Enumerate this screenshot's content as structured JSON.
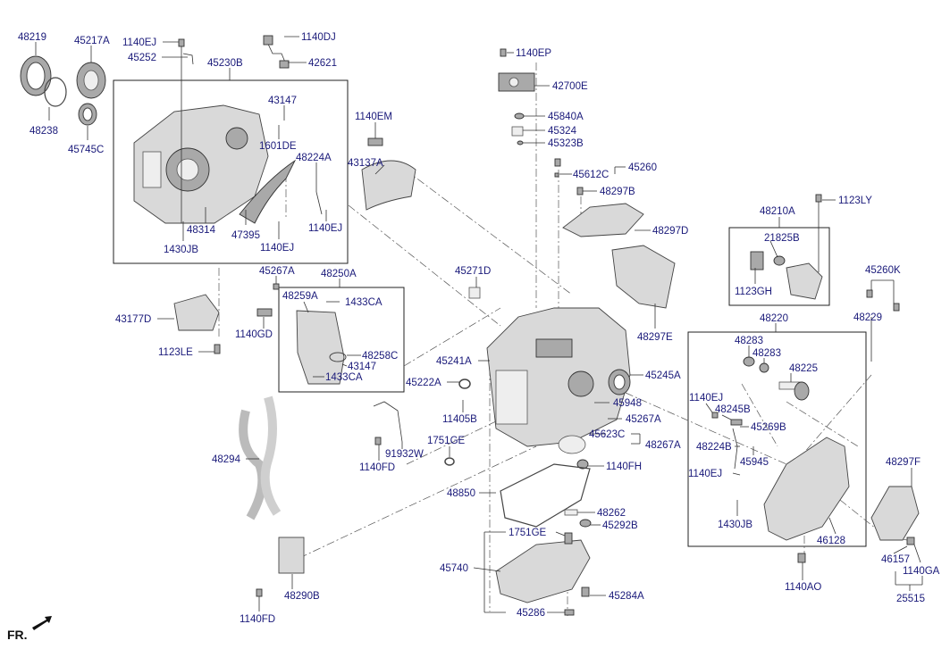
{
  "labels": {
    "p48219": "48219",
    "p45217A": "45217A",
    "p1140EJ_a": "1140EJ",
    "p45252": "45252",
    "p1140DJ": "1140DJ",
    "p42621": "42621",
    "p45230B": "45230B",
    "p48238": "48238",
    "p45745C": "45745C",
    "p43147_a": "43147",
    "p1601DE": "1601DE",
    "p48224A": "48224A",
    "p48314": "48314",
    "p47395": "47395",
    "p1430JB_a": "1430JB",
    "p1140EJ_b": "1140EJ",
    "p1140EJ_c": "1140EJ",
    "p1140EM": "1140EM",
    "p43137A": "43137A",
    "p1140EP": "1140EP",
    "p42700E": "42700E",
    "p45840A": "45840A",
    "p45324": "45324",
    "p45323B": "45323B",
    "p45612C": "45612C",
    "p45260": "45260",
    "p48297B": "48297B",
    "p48297D": "48297D",
    "p1123LY": "1123LY",
    "p48210A": "48210A",
    "p21825B": "21825B",
    "p1123GH": "1123GH",
    "p45260K": "45260K",
    "p45267A_a": "45267A",
    "p48250A": "48250A",
    "p48259A": "48259A",
    "p1433CA_a": "1433CA",
    "p45271D": "45271D",
    "p43177D": "43177D",
    "p1140GD": "1140GD",
    "p48258C": "48258C",
    "p43147_b": "43147",
    "p1433CA_b": "1433CA",
    "p1123LE": "1123LE",
    "p48297E": "48297E",
    "p48220": "48220",
    "p48229": "48229",
    "p45241A": "45241A",
    "p45245A": "45245A",
    "p45222A": "45222A",
    "p48283_a": "48283",
    "p48283_b": "48283",
    "p48225": "48225",
    "p45948": "45948",
    "p11405B": "11405B",
    "p45267A_b": "45267A",
    "p1140EJ_d": "1140EJ",
    "p48245B": "48245B",
    "p45269B": "45269B",
    "p1751GE_a": "1751GE",
    "p45623C": "45623C",
    "p48267A": "48267A",
    "p91932W": "91932W",
    "p48224B": "48224B",
    "p45945": "45945",
    "p48294": "48294",
    "p1140FD_a": "1140FD",
    "p1140FH": "1140FH",
    "p1140EJ_e": "1140EJ",
    "p48297F": "48297F",
    "p48850": "48850",
    "p48262": "48262",
    "p1430JB_b": "1430JB",
    "p45292B": "45292B",
    "p46128": "46128",
    "p1751GE_b": "1751GE",
    "p46157": "46157",
    "p45740": "45740",
    "p1140GA": "1140GA",
    "p48290B": "48290B",
    "p45284A": "45284A",
    "p1140AO": "1140AO",
    "p25515": "25515",
    "p45286": "45286",
    "p1140FD_b": "1140FD",
    "fr": "FR."
  }
}
